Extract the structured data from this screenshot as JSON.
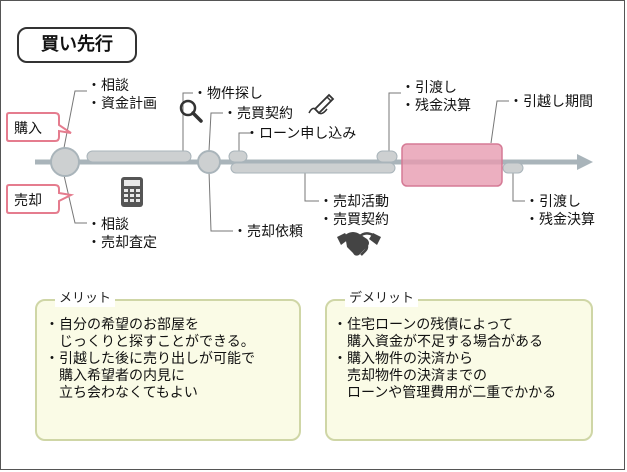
{
  "title": "買い先行",
  "sides": {
    "buy": "購入",
    "sell": "売却"
  },
  "labels": {
    "consult_top": [
      "・相談",
      "・資金計画"
    ],
    "property_search": "・物件探し",
    "buy_contract": "・売買契約",
    "loan_apply": "・ローン申し込み",
    "handover_top": [
      "・引渡し",
      "・残金決算"
    ],
    "moving_period": "・引越し期間",
    "consult_bottom": [
      "・相談",
      "・売却査定"
    ],
    "sale_request": "・売却依頼",
    "sale_activity": [
      "・売却活動",
      "・売買契約"
    ],
    "handover_bottom": [
      "・引渡し",
      "・残金決算"
    ]
  },
  "merit": {
    "title": "メリット",
    "lines": [
      "・自分の希望のお部屋を",
      "　じっくりと探すことができる。",
      "・引越した後に売り出しが可能で",
      "　購入希望者の内見に",
      "　立ち会わなくてもよい"
    ]
  },
  "demerit": {
    "title": "デメリット",
    "lines": [
      "・住宅ローンの残債によって",
      "　購入資金が不足する場合がある",
      "・購入物件の決済から",
      "　売却物件の決済までの",
      "　ローンや管理費用が二重でかかる"
    ]
  },
  "icons": [
    "magnifier-icon",
    "pen-sign-icon",
    "calculator-icon",
    "handshake-icon"
  ],
  "colors": {
    "timeline": "#a9b4ba",
    "capsule": "#cdd0d1",
    "highlight": "#e79bb0",
    "side_border": "#e57c8e",
    "panel_bg": "#fafbe6",
    "panel_border": "#cfd6a6"
  }
}
